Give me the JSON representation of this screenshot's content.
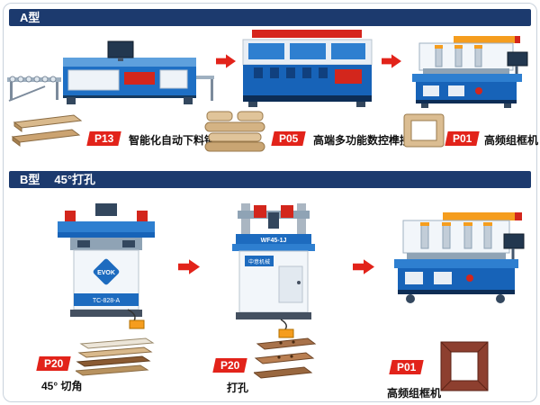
{
  "colors": {
    "header_navy": "#1c3a6e",
    "accent_red": "#e2231a",
    "machine_blue": "#1763b8"
  },
  "sectionA": {
    "title": "A型",
    "items": [
      {
        "code": "P13",
        "caption": "智能化自动下料锯"
      },
      {
        "code": "P05",
        "caption": "高端多功能数控榫接机"
      },
      {
        "code": "P01",
        "caption": "高频组框机"
      }
    ]
  },
  "sectionB": {
    "title": "B型",
    "subtitle": "45°打孔",
    "items": [
      {
        "code": "P20",
        "caption": "45° 切角"
      },
      {
        "code": "P20",
        "caption": "打孔"
      },
      {
        "code": "P01",
        "caption": "高频组框机"
      }
    ]
  },
  "machines": {
    "b1_brand": "EVOK",
    "b1_model": "TC-828-A",
    "b2_brand": "中意机械",
    "b2_model": "WF45-1J"
  }
}
